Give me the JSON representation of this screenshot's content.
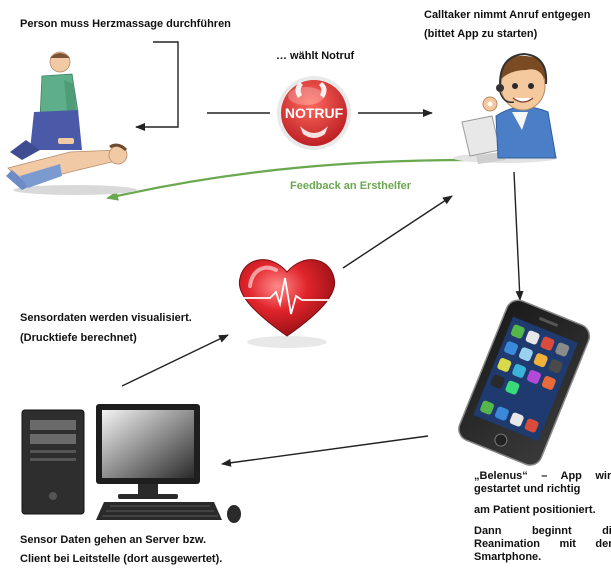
{
  "labels": {
    "cpr_person": "Person muss Herzmassage durchführen",
    "dials": "… wählt Notruf",
    "calltaker_1": "Calltaker nimmt Anruf entgegen",
    "calltaker_2": "(bittet App zu starten)",
    "feedback": "Feedback an Ersthelfer",
    "sensor_visual_1": "Sensordaten werden visualisiert.",
    "sensor_visual_2": "(Drucktiefe berechnet)",
    "app_1": "„Belenus“ – App wird",
    "app_2": "gestartet und richtig",
    "app_3": "am Patient positioniert.",
    "app_4": "Dann beginnt die",
    "app_5": "Reanimation mit dem",
    "app_6": "Smartphone.",
    "server_1": "Sensor Daten gehen an Server bzw.",
    "server_2": "Client bei Leitstelle (dort ausgewertet)."
  },
  "notruf_badge": "NOTRUF",
  "colors": {
    "feedback_green": "#6aa84f",
    "notruf_red": "#d9232a",
    "heart_red": "#e0242b",
    "arrow": "#222222"
  },
  "icons": [
    "cpr-scene-icon",
    "notruf-phone-icon",
    "calltaker-icon",
    "heart-ecg-icon",
    "smartphone-icon",
    "desktop-computer-icon"
  ]
}
